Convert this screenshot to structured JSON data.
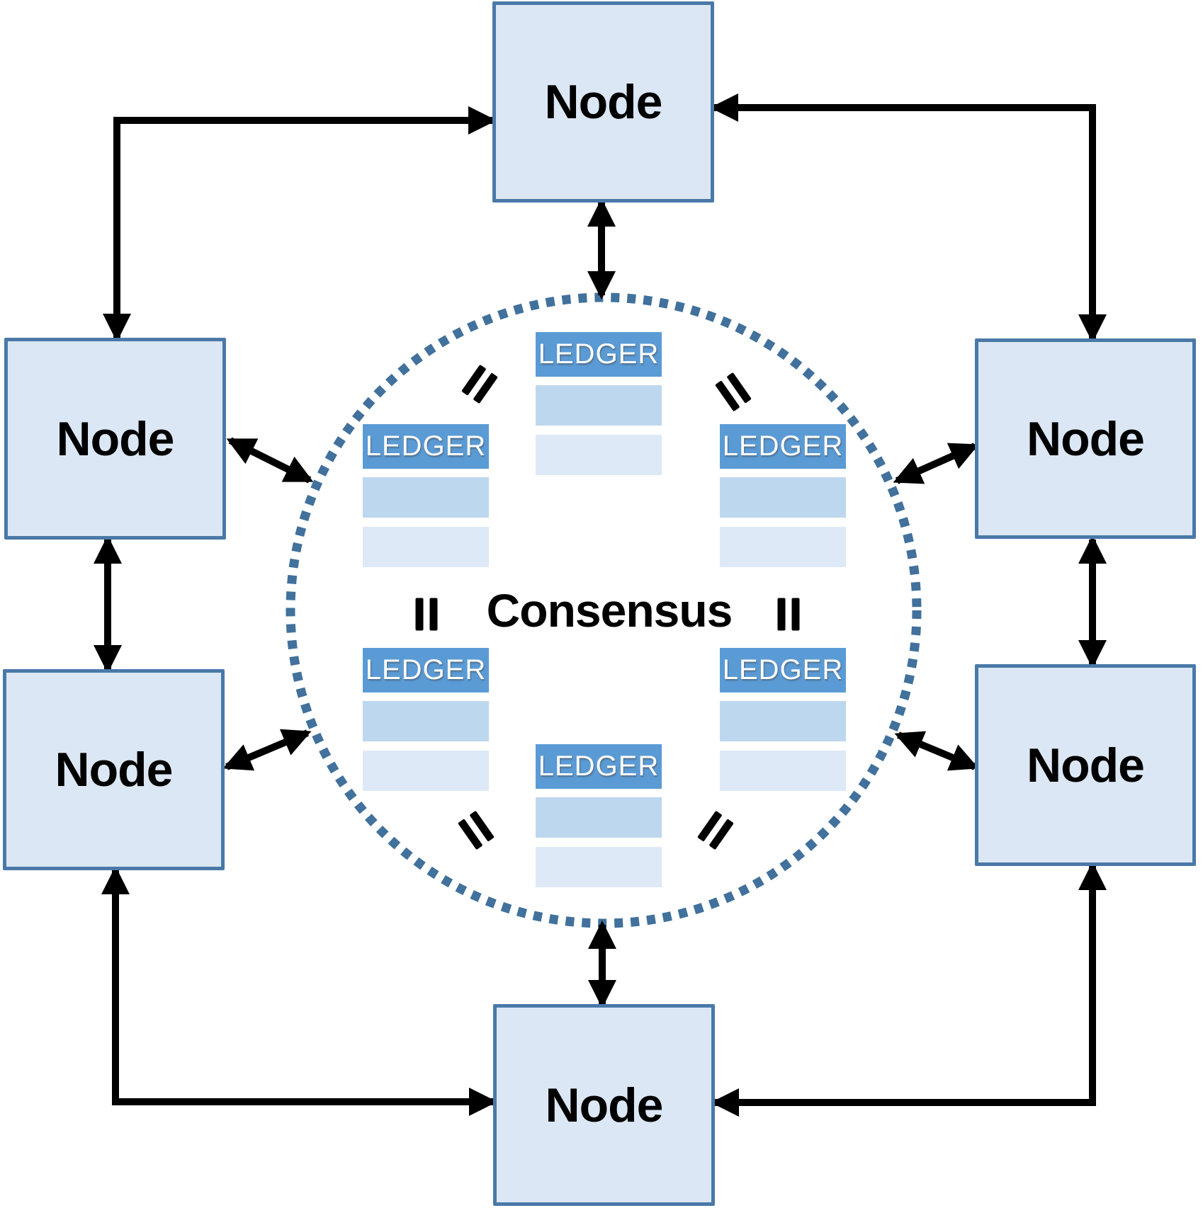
{
  "diagram": {
    "consensus": {
      "label": "Consensus"
    },
    "nodes": [
      {
        "id": "top",
        "label": "Node"
      },
      {
        "id": "upper-left",
        "label": "Node"
      },
      {
        "id": "upper-right",
        "label": "Node"
      },
      {
        "id": "lower-left",
        "label": "Node"
      },
      {
        "id": "lower-right",
        "label": "Node"
      },
      {
        "id": "bottom",
        "label": "Node"
      }
    ],
    "ledgers": [
      {
        "id": "top-center",
        "label": "LEDGER",
        "blank_rows": 2
      },
      {
        "id": "upper-left",
        "label": "LEDGER",
        "blank_rows": 2
      },
      {
        "id": "upper-right",
        "label": "LEDGER",
        "blank_rows": 2
      },
      {
        "id": "lower-left",
        "label": "LEDGER",
        "blank_rows": 2
      },
      {
        "id": "lower-right",
        "label": "LEDGER",
        "blank_rows": 2
      },
      {
        "id": "bottom-center",
        "label": "LEDGER",
        "blank_rows": 2
      }
    ],
    "equals_sign_count": 6,
    "colors": {
      "node_fill": "#dce7f5",
      "node_border": "#4a79a8",
      "ledger_header": "#5b9bd5",
      "ledger_row_medium": "#bdd7ee",
      "ledger_row_light": "#dde9f6",
      "circle_dot": "#41719c",
      "arrow": "#000000",
      "text": "#000000",
      "bg": "#ffffff"
    }
  }
}
